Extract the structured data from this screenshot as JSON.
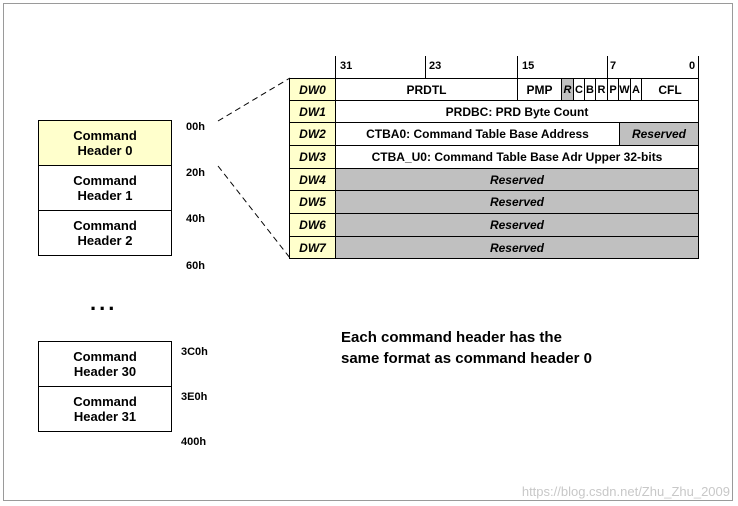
{
  "headers": [
    {
      "label": "Command\nHeader 0",
      "offset": "00h"
    },
    {
      "label": "Command\nHeader 1",
      "offset": "20h"
    },
    {
      "label": "Command\nHeader 2",
      "offset": "40h"
    },
    {
      "label": "",
      "offset": "60h"
    },
    {
      "label": "Command\nHeader 30",
      "offset": "3C0h"
    },
    {
      "label": "Command\nHeader 31",
      "offset": "3E0h"
    },
    {
      "label": "",
      "offset": "400h"
    }
  ],
  "ellipsis": "...",
  "bits": [
    "31",
    "23",
    "15",
    "7",
    "0"
  ],
  "dwords": [
    "DW0",
    "DW1",
    "DW2",
    "DW3",
    "DW4",
    "DW5",
    "DW6",
    "DW7"
  ],
  "dw0_fields": {
    "prdtl": "PRDTL",
    "pmp": "PMP",
    "r": "R",
    "c": "C",
    "b": "B",
    "r2": "R",
    "p": "P",
    "w": "W",
    "a": "A",
    "cfl": "CFL"
  },
  "dw1": "PRDBC: PRD Byte Count",
  "dw2": {
    "ctba": "CTBA0: Command Table Base Address",
    "reserved": "Reserved"
  },
  "dw3": "CTBA_U0: Command Table Base Adr Upper 32-bits",
  "reserved": [
    "Reserved",
    "Reserved",
    "Reserved",
    "Reserved"
  ],
  "note": {
    "line1": "Each command header has the",
    "line2": "same format as command header 0"
  },
  "watermark": "https://blog.csdn.net/Zhu_Zhu_2009"
}
